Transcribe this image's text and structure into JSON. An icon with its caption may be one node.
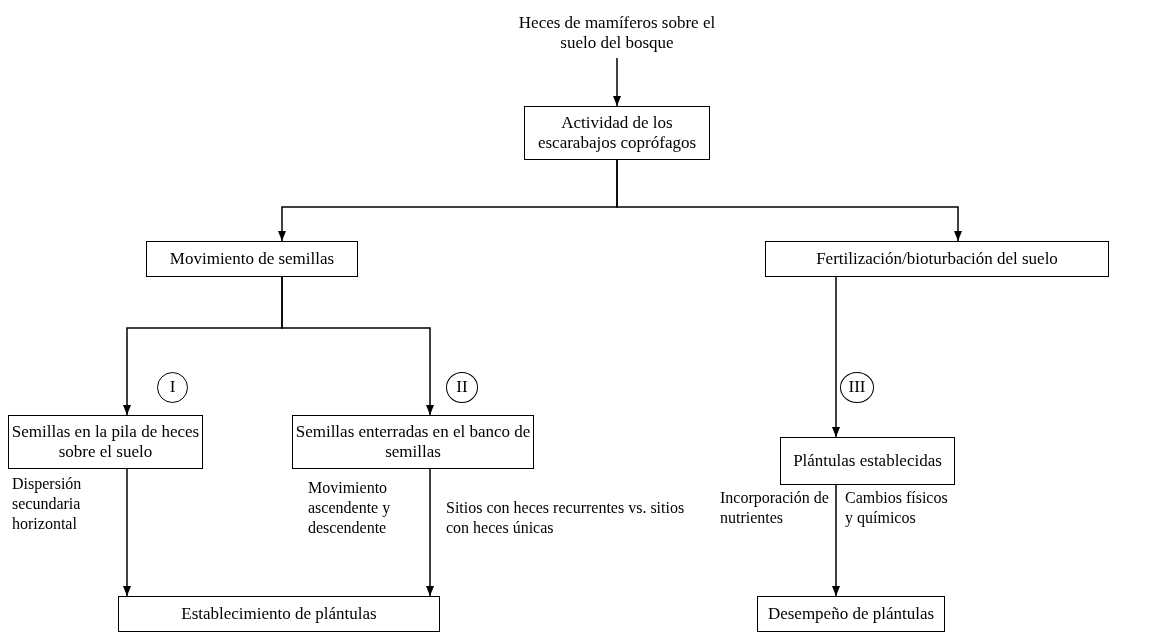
{
  "diagram": {
    "nodes": [
      {
        "text": [
          "Heces de mamíferos sobre el suelo del bosque"
        ]
      },
      {
        "text": [
          "Actividad de los escarabajos coprófagos"
        ]
      },
      {
        "text": [
          "Movimiento de semillas"
        ]
      },
      {
        "text": [
          "Fertilización/bioturbación del suelo"
        ]
      },
      {
        "text": [
          "I"
        ]
      },
      {
        "text": [
          "II"
        ]
      },
      {
        "text": [
          "III"
        ]
      },
      {
        "text": [
          "Semillas en la pila de heces sobre el suelo"
        ]
      },
      {
        "text": [
          "Semillas enterradas en el banco de semillas"
        ]
      },
      {
        "text": [
          "Plántulas establecidas"
        ]
      },
      {
        "text": [
          "Establecimiento de plántulas"
        ]
      },
      {
        "text": [
          "Desempeño de plántulas"
        ]
      }
    ],
    "edges": [
      {
        "from": 0,
        "to": 1,
        "arrow": "to"
      },
      {
        "from": 1,
        "to": 2,
        "arrow": "to"
      },
      {
        "from": 1,
        "to": 3,
        "arrow": "to"
      },
      {
        "from": 2,
        "to": 7,
        "arrow": "to"
      },
      {
        "from": 2,
        "to": 8,
        "arrow": "to"
      },
      {
        "from": 3,
        "to": 9,
        "arrow": "to"
      },
      {
        "from": 7,
        "to": 10,
        "label": "Dispersión secundaria horizontal",
        "arrow": "to"
      },
      {
        "from": 8,
        "to": 10,
        "label": "Movimiento ascendente y descendente",
        "arrow": "to"
      },
      {
        "from": 9,
        "to": 11,
        "label": "Incorporación de nutrientes",
        "arrow": "to"
      }
    ],
    "labels": [
      "Sitios con heces recurrentes vs. sitios con heces únicas",
      "Cambios físicos y químicos"
    ]
  }
}
